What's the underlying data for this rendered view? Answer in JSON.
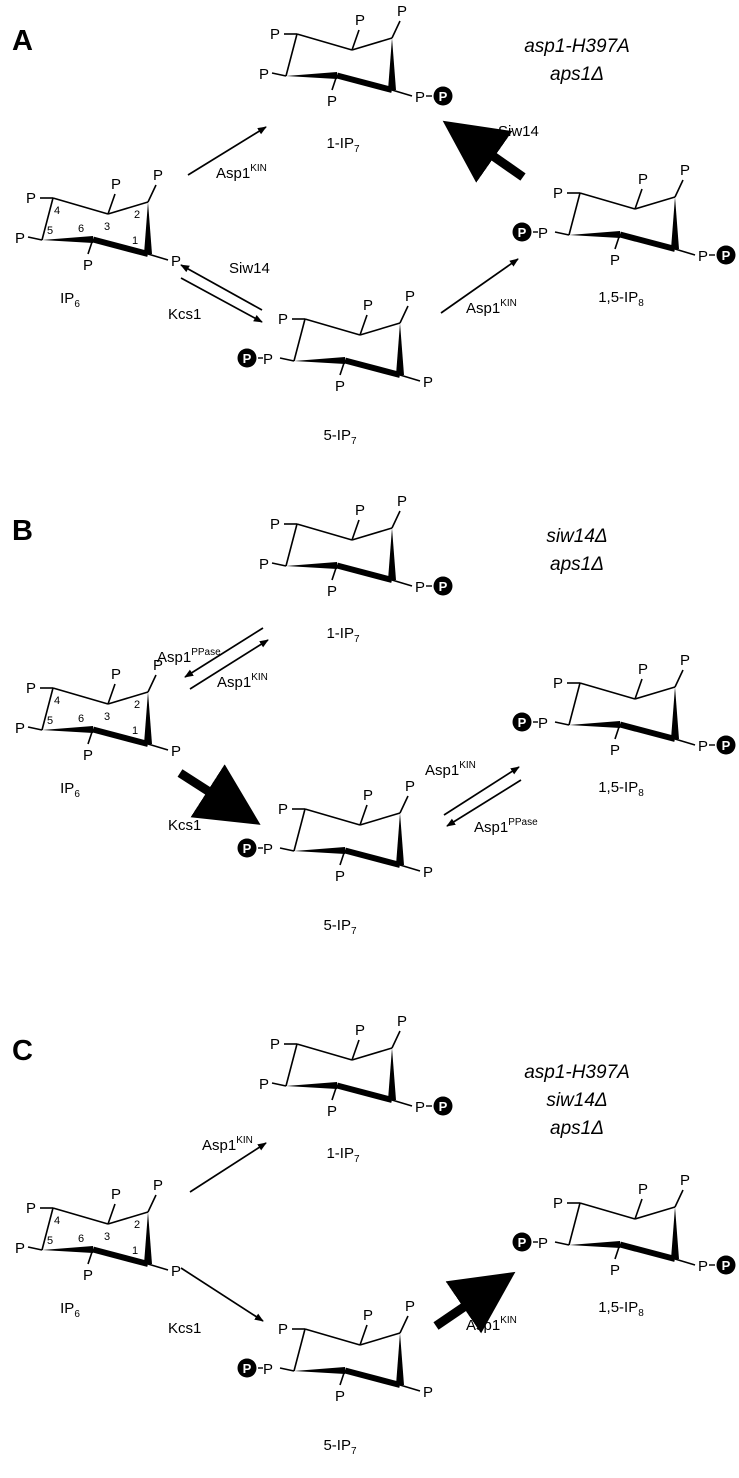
{
  "panels": [
    {
      "label": "A",
      "genotype": [
        "asp1-H397A",
        "aps1Δ"
      ],
      "compounds": {
        "ip6": {
          "base": "IP",
          "sub": "6"
        },
        "ip7_1": {
          "base": "1-IP",
          "sub": "7"
        },
        "ip7_5": {
          "base": "5-IP",
          "sub": "7"
        },
        "ip8": {
          "base": "1,5-IP",
          "sub": "8"
        }
      },
      "enzymes": [
        {
          "id": "e1",
          "base": "Asp1",
          "sup": "KIN"
        },
        {
          "id": "e2",
          "base": "Siw14",
          "sup": ""
        },
        {
          "id": "e3",
          "base": "Kcs1",
          "sup": ""
        },
        {
          "id": "e4",
          "base": "Asp1",
          "sup": "KIN"
        },
        {
          "id": "e5",
          "base": "Siw14",
          "sup": ""
        }
      ]
    },
    {
      "label": "B",
      "genotype": [
        "siw14Δ",
        "aps1Δ"
      ],
      "compounds": {
        "ip6": {
          "base": "IP",
          "sub": "6"
        },
        "ip7_1": {
          "base": "1-IP",
          "sub": "7"
        },
        "ip7_5": {
          "base": "5-IP",
          "sub": "7"
        },
        "ip8": {
          "base": "1,5-IP",
          "sub": "8"
        }
      },
      "enzymes": [
        {
          "id": "e1",
          "base": "Asp1",
          "sup": "PPase"
        },
        {
          "id": "e2",
          "base": "Asp1",
          "sup": "KIN"
        },
        {
          "id": "e3",
          "base": "Kcs1",
          "sup": ""
        },
        {
          "id": "e4",
          "base": "Asp1",
          "sup": "KIN"
        },
        {
          "id": "e5",
          "base": "Asp1",
          "sup": "PPase"
        }
      ]
    },
    {
      "label": "C",
      "genotype": [
        "asp1-H397A",
        "siw14Δ",
        "aps1Δ"
      ],
      "compounds": {
        "ip6": {
          "base": "IP",
          "sub": "6"
        },
        "ip7_1": {
          "base": "1-IP",
          "sub": "7"
        },
        "ip7_5": {
          "base": "5-IP",
          "sub": "7"
        },
        "ip8": {
          "base": "1,5-IP",
          "sub": "8"
        }
      },
      "enzymes": [
        {
          "id": "e1",
          "base": "Asp1",
          "sup": "KIN"
        },
        {
          "id": "e3",
          "base": "Kcs1",
          "sup": ""
        },
        {
          "id": "e4",
          "base": "Asp1",
          "sup": "KIN"
        }
      ]
    }
  ],
  "symbols": {
    "phosphate": "P",
    "pyrophosphate_circle": "P",
    "ring_numbers": [
      "1",
      "2",
      "3",
      "4",
      "5",
      "6"
    ]
  }
}
